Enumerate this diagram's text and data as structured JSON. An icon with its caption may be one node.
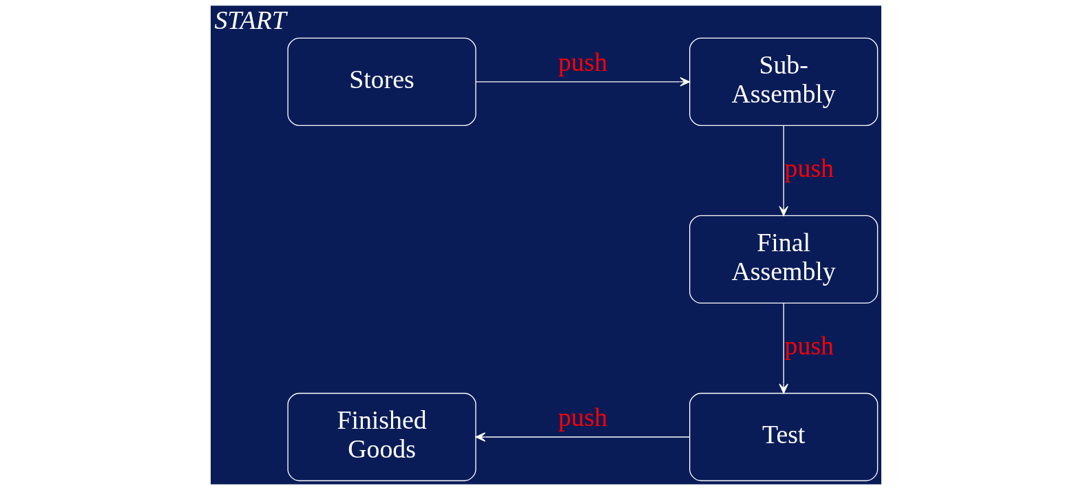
{
  "diagram": {
    "nodes": [
      {
        "text": [
          "Stores"
        ],
        "beside": [
          "START"
        ]
      },
      {
        "text": [
          "Sub- Assembly"
        ]
      },
      {
        "text": [
          "Final Assembly"
        ]
      },
      {
        "text": [
          "Test"
        ]
      },
      {
        "text": [
          "Finished Goods"
        ]
      }
    ],
    "edges": [
      {
        "from": 0,
        "to": 1,
        "arrow": "to",
        "label": "push"
      },
      {
        "from": 1,
        "to": 2,
        "arrow": "to",
        "label": "push"
      },
      {
        "from": 2,
        "to": 3,
        "arrow": "to",
        "label": "push"
      },
      {
        "from": 3,
        "to": 4,
        "arrow": "to",
        "label": "push"
      }
    ]
  }
}
